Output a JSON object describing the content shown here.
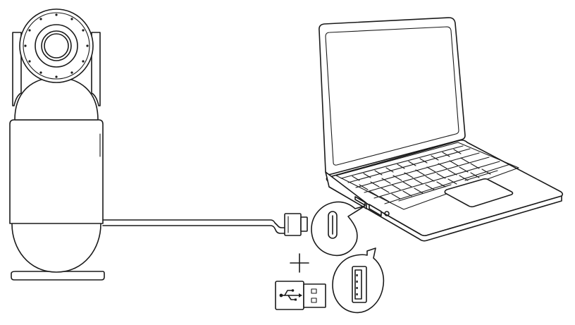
{
  "diagram": {
    "devices": [
      "webcam-speaker",
      "laptop"
    ],
    "connection": "usb-c-cable",
    "adapter": "usb-c-to-usb-a",
    "symbol_plus": "+",
    "icons": [
      "usb-icon",
      "usb-c-port-icon",
      "usb-a-port-icon"
    ],
    "line_color": "#1a1a1a",
    "background": "#ffffff"
  }
}
